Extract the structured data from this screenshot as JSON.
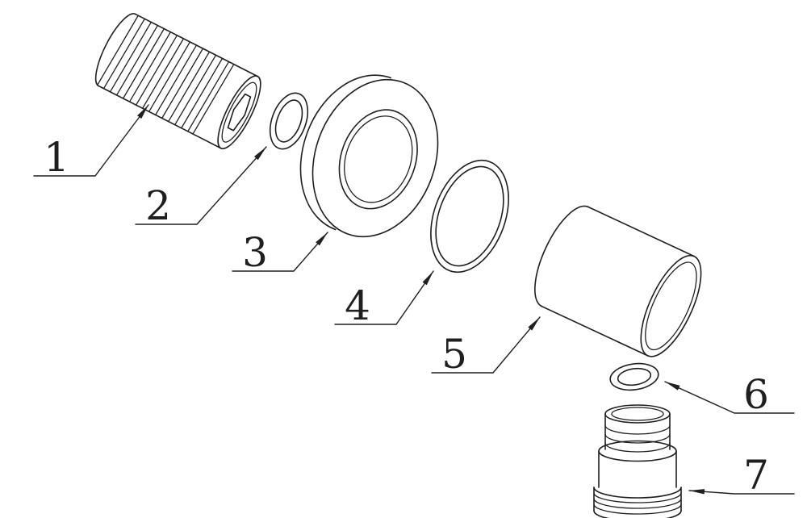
{
  "diagram": {
    "background_color": "#ffffff",
    "line_color": "#1f1f1f",
    "callouts": [
      {
        "label": "1"
      },
      {
        "label": "2"
      },
      {
        "label": "3"
      },
      {
        "label": "4"
      },
      {
        "label": "5"
      },
      {
        "label": "6"
      },
      {
        "label": "7"
      }
    ]
  }
}
